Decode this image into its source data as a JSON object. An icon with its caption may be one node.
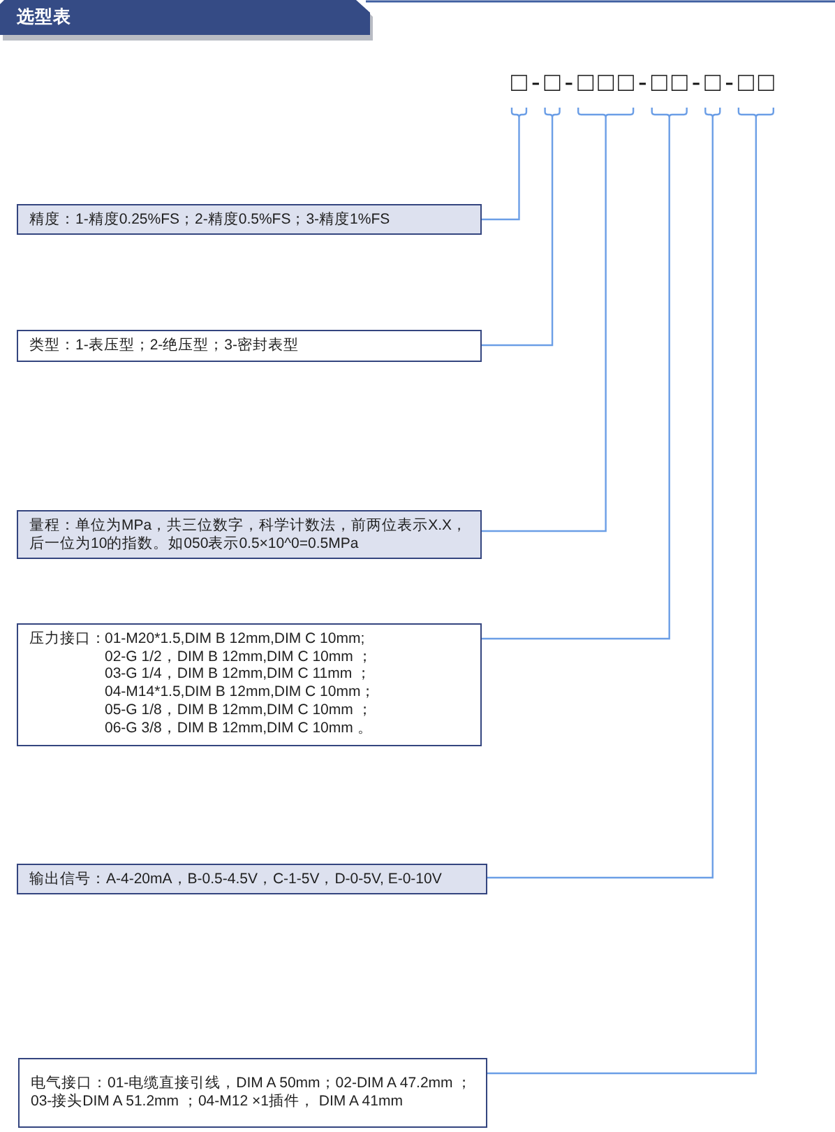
{
  "diagram": {
    "title": "选型表",
    "nodes": [
      {
        "text": [
          "□-□-□□□-□□-□-□□"
        ]
      },
      {
        "text": [
          "精度：1-精度0.25%FS；2-精度0.5%FS；3-精度1%FS"
        ]
      },
      {
        "text": [
          "类型：1-表压型；2-绝压型；3-密封表型"
        ]
      },
      {
        "text": [
          "量程：单位为MPa，共三位数字，科学计数法，前两位表示X.X，后一位为10的指数。如050表示0.5×10^0=0.5MPa"
        ]
      },
      {
        "text": [
          "压力接口：",
          "01-M20*1.5,DIM B 12mm,DIM C 10mm;",
          "02-G 1/2，DIM B 12mm,DIM C 10mm ；",
          "03-G 1/4，DIM B 12mm,DIM C 11mm ；",
          "04-M14*1.5,DIM B 12mm,DIM C 10mm；",
          "05-G 1/8，DIM B 12mm,DIM C 10mm ；",
          "06-G 3/8，DIM B 12mm,DIM C 10mm 。"
        ]
      },
      {
        "text": [
          "输出信号：A-4-20mA，B-0.5-4.5V，C-1-5V，D-0-5V, E-0-10V"
        ]
      },
      {
        "text": [
          "电气接口：01-电缆直接引线，DIM A 50mm；02-DIM A 47.2mm ；03-接头DIM A 51.2mm ；04-M12 ×1插件， DIM A 41mm"
        ]
      }
    ],
    "edges": [
      {
        "from": 0,
        "to": 1,
        "arrow": "none"
      },
      {
        "from": 0,
        "to": 2,
        "arrow": "none"
      },
      {
        "from": 0,
        "to": 3,
        "arrow": "none"
      },
      {
        "from": 0,
        "to": 4,
        "arrow": "none"
      },
      {
        "from": 0,
        "to": 5,
        "arrow": "none"
      },
      {
        "from": 0,
        "to": 6,
        "arrow": "none"
      }
    ]
  }
}
